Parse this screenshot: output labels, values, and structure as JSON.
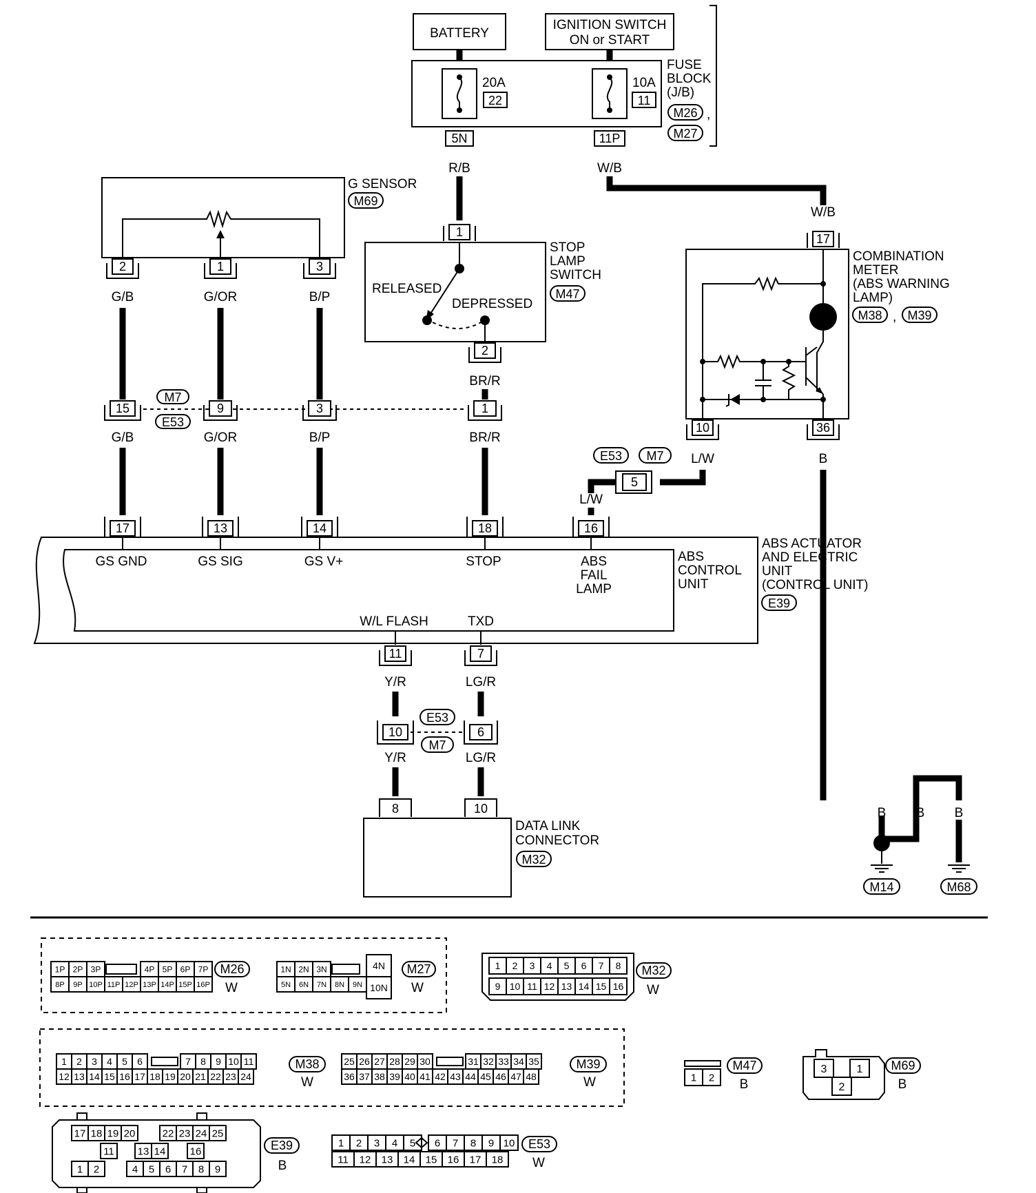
{
  "power": {
    "battery": "BATTERY",
    "ignition_line1": "IGNITION SWITCH",
    "ignition_line2": "ON or START"
  },
  "fuse_block": {
    "label_lines": [
      "FUSE",
      "BLOCK",
      "(J/B)"
    ],
    "refs": [
      "M26",
      "M27"
    ],
    "ref_separator": ",",
    "fuses": [
      {
        "amp": "20A",
        "num": "22",
        "pin": "5N",
        "wire": "R/B"
      },
      {
        "amp": "10A",
        "num": "11",
        "pin": "11P",
        "wire": "W/B"
      }
    ]
  },
  "g_sensor": {
    "label": "G SENSOR",
    "ref": "M69",
    "pins": [
      "2",
      "1",
      "3"
    ],
    "wires": [
      "G/B",
      "G/OR",
      "B/P"
    ]
  },
  "stop_lamp_switch": {
    "label_lines": [
      "STOP",
      "LAMP",
      "SWITCH"
    ],
    "ref": "M47",
    "released": "RELEASED",
    "depressed": "DEPRESSED",
    "pin_top": "1",
    "pin_bottom": "2",
    "wire_bottom": "BR/R"
  },
  "combination_meter": {
    "label_lines": [
      "COMBINATION",
      "METER",
      "(ABS WARNING",
      "LAMP)"
    ],
    "refs": [
      "M38",
      "M39"
    ],
    "ref_separator": ",",
    "pin_top": "17",
    "wire_top": "W/B",
    "pins_bottom": [
      "10",
      "36"
    ],
    "wires_bottom": [
      "L/W",
      "B"
    ]
  },
  "m7_e53_connector": {
    "refs": [
      "M7",
      "E53"
    ],
    "pins": [
      "15",
      "9",
      "3",
      "1"
    ],
    "wires": [
      "G/B",
      "G/OR",
      "B/P",
      "BR/R"
    ]
  },
  "lamp_connector": {
    "refs": [
      "E53",
      "M7"
    ],
    "pin": "5",
    "wire": "L/W"
  },
  "abs_unit": {
    "label_lines": [
      "ABS ACTUATOR",
      "AND ELECTRIC",
      "UNIT",
      "(CONTROL UNIT)"
    ],
    "ref": "E39",
    "control_unit_lines": [
      "ABS",
      "CONTROL",
      "UNIT"
    ],
    "top_pins": [
      "17",
      "13",
      "14",
      "18",
      "16"
    ],
    "top_terms": [
      "GS GND",
      "GS SIG",
      "GS V+",
      "STOP"
    ],
    "abs_fail_lines": [
      "ABS",
      "FAIL",
      "LAMP"
    ],
    "bottom_terms": [
      "W/L FLASH",
      "TXD"
    ],
    "bottom_pins": [
      "11",
      "7"
    ],
    "bottom_wires": [
      "Y/R",
      "LG/R"
    ]
  },
  "lower_connector": {
    "refs": [
      "E53",
      "M7"
    ],
    "pins": [
      "10",
      "6"
    ],
    "wires": [
      "Y/R",
      "LG/R"
    ]
  },
  "data_link": {
    "label_lines": [
      "DATA LINK",
      "CONNECTOR"
    ],
    "ref": "M32",
    "pins": [
      "8",
      "10"
    ]
  },
  "ground": {
    "wire": "B",
    "refs": [
      "M14",
      "M68"
    ]
  },
  "connector_views": {
    "m26": {
      "ref": "M26",
      "color": "W",
      "row1a": [
        "1P",
        "2P",
        "3P"
      ],
      "row1b": [
        "4P",
        "5P",
        "6P",
        "7P"
      ],
      "row2": [
        "8P",
        "9P",
        "10P",
        "11P",
        "12P",
        "13P",
        "14P",
        "15P",
        "16P"
      ]
    },
    "m27": {
      "ref": "M27",
      "color": "W",
      "row1": [
        "1N",
        "2N",
        "3N"
      ],
      "row2": [
        "5N",
        "6N",
        "7N",
        "8N",
        "9N"
      ],
      "side": [
        "4N",
        "10N"
      ]
    },
    "m32": {
      "ref": "M32",
      "color": "W",
      "row1": [
        "1",
        "2",
        "3",
        "4",
        "5",
        "6",
        "7",
        "8"
      ],
      "row2": [
        "9",
        "10",
        "11",
        "12",
        "13",
        "14",
        "15",
        "16"
      ]
    },
    "m38": {
      "ref": "M38",
      "color": "W",
      "row1a": [
        "1",
        "2",
        "3",
        "4",
        "5",
        "6"
      ],
      "row1b": [
        "7",
        "8",
        "9",
        "10",
        "11"
      ],
      "row2": [
        "12",
        "13",
        "14",
        "15",
        "16",
        "17",
        "18",
        "19",
        "20",
        "21",
        "22",
        "23",
        "24"
      ]
    },
    "m39": {
      "ref": "M39",
      "color": "W",
      "row1a": [
        "25",
        "26",
        "27",
        "28",
        "29",
        "30"
      ],
      "row1b": [
        "31",
        "32",
        "33",
        "34",
        "35"
      ],
      "row2": [
        "36",
        "37",
        "38",
        "39",
        "40",
        "41",
        "42",
        "43",
        "44",
        "45",
        "46",
        "47",
        "48"
      ]
    },
    "m47": {
      "ref": "M47",
      "color": "B",
      "row": [
        "1",
        "2"
      ]
    },
    "m69": {
      "ref": "M69",
      "color": "B",
      "pins": [
        "3",
        "1",
        "2"
      ]
    },
    "e39": {
      "ref": "E39",
      "color": "B",
      "row1a": [
        "17",
        "18",
        "19",
        "20"
      ],
      "row1b": [
        "22",
        "23",
        "24",
        "25"
      ],
      "row2": [
        "11",
        "13",
        "14",
        "16"
      ],
      "row3a": [
        "1",
        "2"
      ],
      "row3b": [
        "4",
        "5",
        "6",
        "7",
        "8",
        "9"
      ]
    },
    "e53": {
      "ref": "E53",
      "color": "W",
      "row1a": [
        "1",
        "2",
        "3",
        "4",
        "5"
      ],
      "row1b": [
        "6",
        "7",
        "8",
        "9",
        "10"
      ],
      "row2": [
        "11",
        "12",
        "13",
        "14",
        "15",
        "16",
        "17",
        "18"
      ]
    }
  }
}
